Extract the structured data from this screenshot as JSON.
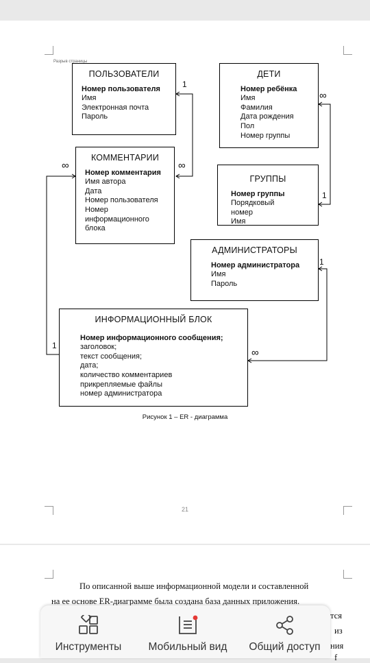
{
  "document": {
    "page_break_label": "Разрыв страницы",
    "diagram": {
      "entities": [
        {
          "id": "users",
          "title": "ПОЛЬЗОВАТЕЛИ",
          "key": "Номер пользователя",
          "fields": [
            "Имя",
            "Электронная почта",
            "Пароль"
          ]
        },
        {
          "id": "comments",
          "title": "КОММЕНТАРИИ",
          "key": "Номер комментария",
          "fields": [
            "Имя автора",
            "Дата",
            "Номер пользователя",
            "Номер",
            "информационного",
            "блока"
          ]
        },
        {
          "id": "children",
          "title": "ДЕТИ",
          "key": "Номер ребёнка",
          "fields": [
            "Имя",
            "Фамилия",
            "Дата рождения",
            "Пол",
            "Номер группы"
          ]
        },
        {
          "id": "groups",
          "title": "ГРУППЫ",
          "key": "Номер группы",
          "fields": [
            "Порядковый",
            "номер",
            "Имя"
          ]
        },
        {
          "id": "admins",
          "title": "АДМИНИСТРАТОРЫ",
          "key": "Номер администратора",
          "fields": [
            "Имя",
            "Пароль"
          ]
        },
        {
          "id": "infoblock",
          "title": "ИНФОРМАЦИОННЫЙ БЛОК",
          "key": "Номер информационного сообщения;",
          "fields": [
            "заголовок;",
            "текст сообщения;",
            "дата;",
            "количество комментариев",
            "прикрепляемые файлы",
            "номер администратора"
          ]
        }
      ],
      "cardinality": {
        "one": "1",
        "many": "∞"
      }
    },
    "caption": "Рисунок 1 – ER - диаграмма",
    "page_number": "21",
    "body_lines": [
      "По описанной выше информационной модели и составленной",
      "на ее основе ER-диаграмме была создана база данных приложения."
    ],
    "right_fragments": [
      "тся",
      "из",
      "ния",
      "f"
    ]
  },
  "toolbar": {
    "items": [
      {
        "label": "Инструменты",
        "icon": "tools-icon"
      },
      {
        "label": "Мобильный вид",
        "icon": "mobile-view-icon"
      },
      {
        "label": "Общий доступ",
        "icon": "share-icon"
      }
    ],
    "badge_color": "#e53935"
  }
}
